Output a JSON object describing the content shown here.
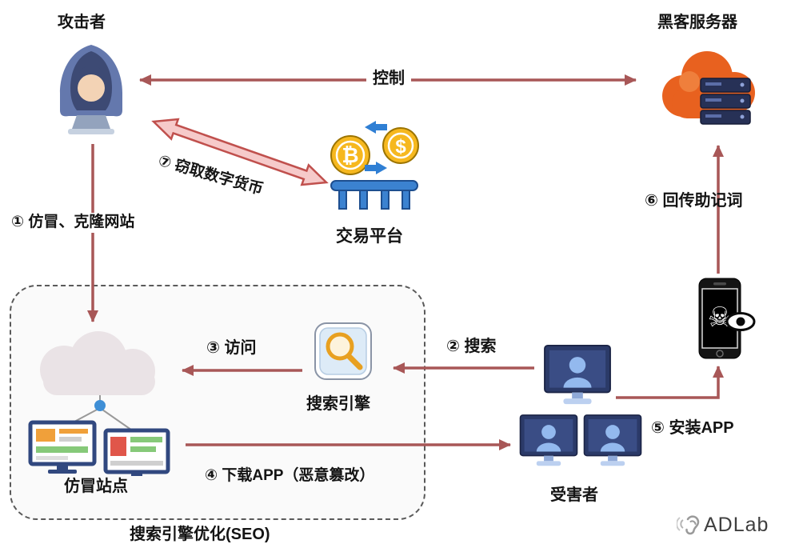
{
  "nodes": {
    "attacker": {
      "label": "攻击者"
    },
    "hacker_server": {
      "label": "黑客服务器"
    },
    "trading_platform": {
      "label": "交易平台"
    },
    "search_engine": {
      "label": "搜索引擎"
    },
    "fake_site": {
      "label": "仿冒站点"
    },
    "victims": {
      "label": "受害者"
    },
    "seo_zone": {
      "label": "搜索引擎优化(SEO)"
    }
  },
  "edges": {
    "control": {
      "label": "控制"
    },
    "step1": {
      "label": "① 仿冒、克隆网站"
    },
    "step2": {
      "label": "② 搜索"
    },
    "step3": {
      "label": "③ 访问"
    },
    "step4": {
      "label": "④ 下载APP（恶意篡改）"
    },
    "step5": {
      "label": "⑤ 安装APP"
    },
    "step6": {
      "label": "⑥ 回传助记词"
    },
    "step7": {
      "label": "⑦ 窃取数字货币"
    }
  },
  "icons": {
    "bitcoin_symbol": "₿",
    "dollar_symbol": "$",
    "skull_symbol": "☠"
  },
  "watermark": {
    "brand": "ADLab"
  },
  "colors": {
    "arrow": "#a85757",
    "step7_arrow_fill": "#f6caca",
    "step7_arrow_stroke": "#c0504d",
    "hacker_cloud": "#e8611f",
    "server_stack": "#273156",
    "coin_gold": "#f6b81f",
    "platform_blue": "#3b82d0",
    "victim_monitor": "#2b3a68",
    "victim_person": "#93b9ee"
  }
}
